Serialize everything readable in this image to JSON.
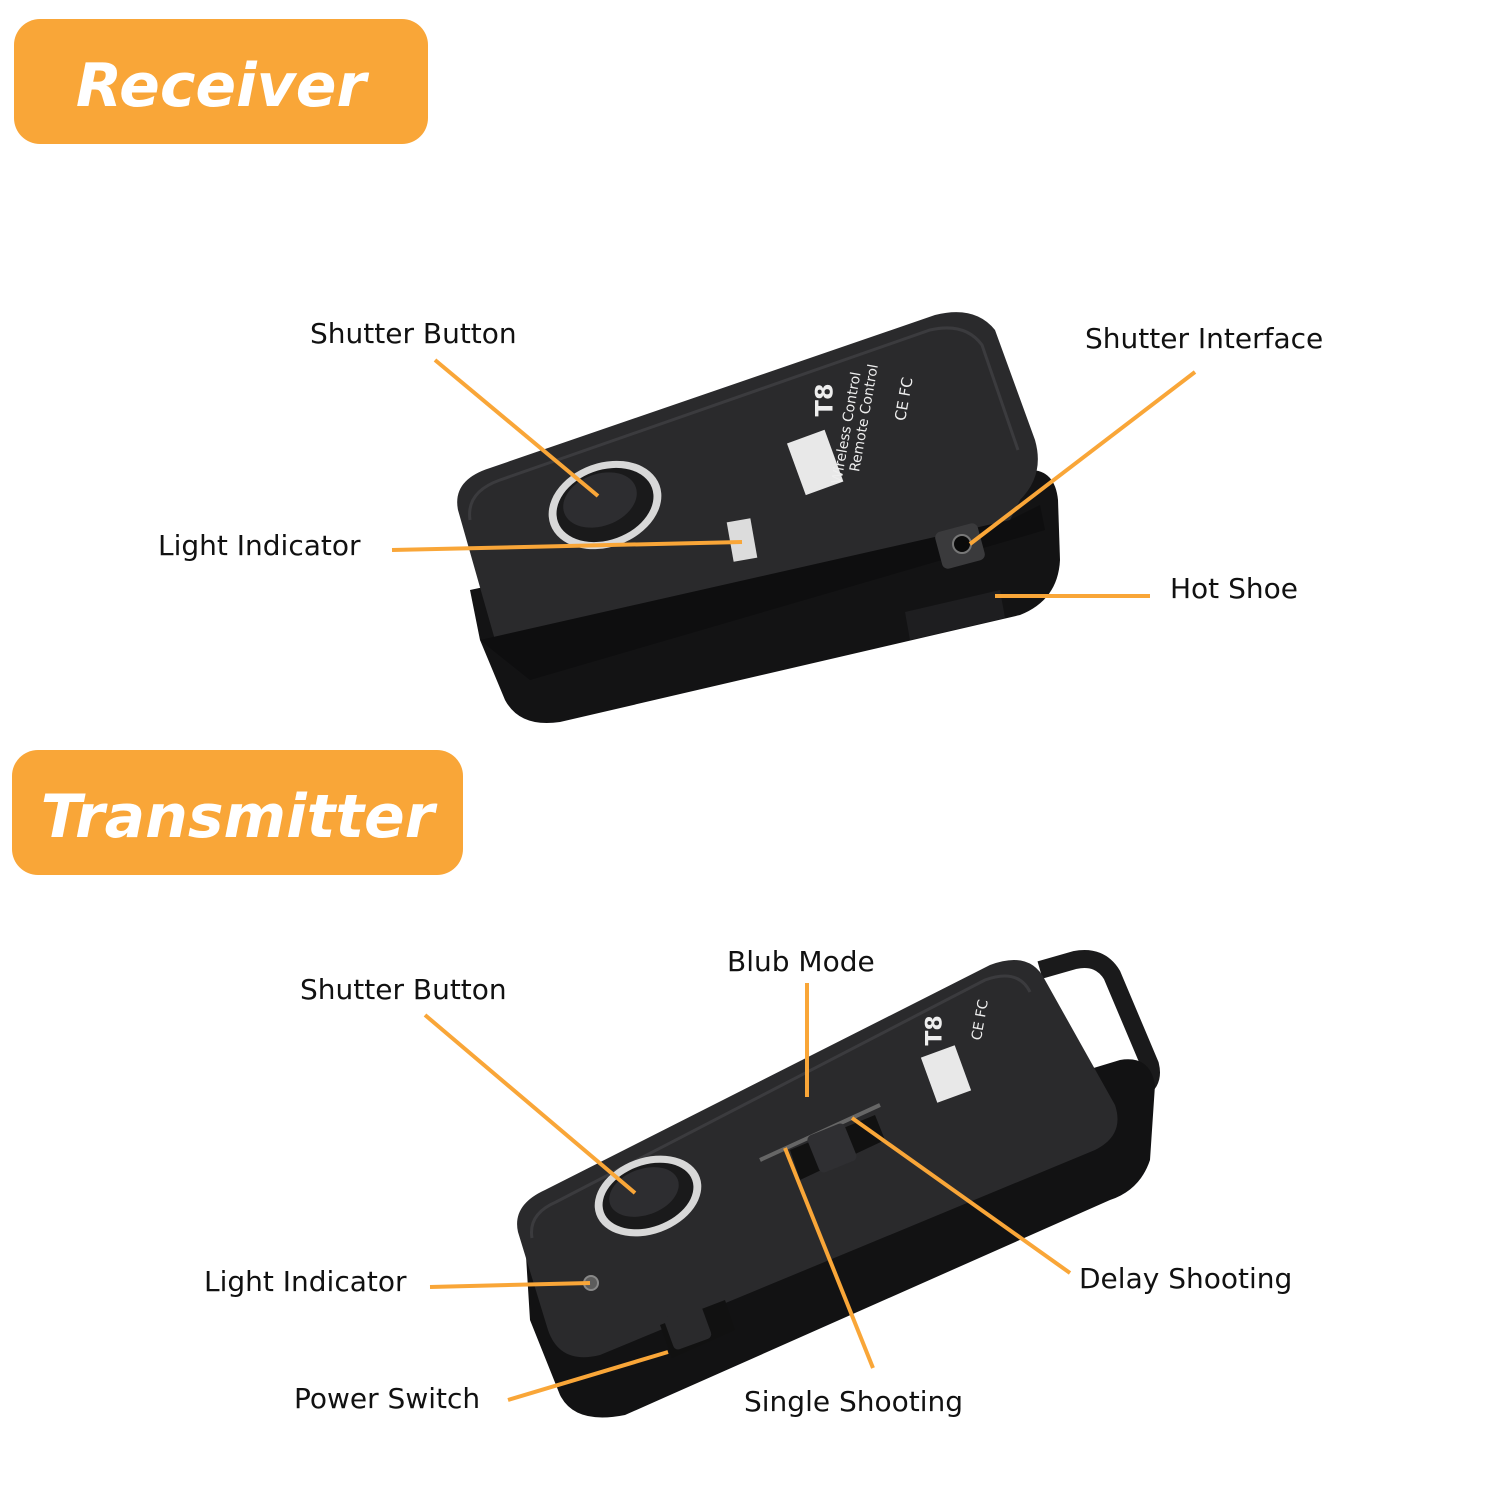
{
  "sections": {
    "receiver": {
      "title": "Receiver"
    },
    "transmitter": {
      "title": "Transmitter"
    }
  },
  "colors": {
    "accent": "#f9a638",
    "device_body": "#1c1c1e",
    "text": "#111111"
  },
  "receiver": {
    "device_text": {
      "model": "T8",
      "line1": "Wireless Control",
      "line2": "Remote Control",
      "certs": "CE FC"
    },
    "labels": {
      "shutter_button": "Shutter Button",
      "light_indicator": "Light Indicator",
      "shutter_interface": "Shutter Interface",
      "hot_shoe": "Hot Shoe"
    }
  },
  "transmitter": {
    "device_text": {
      "model": "T8",
      "certs": "CE FC"
    },
    "labels": {
      "shutter_button": "Shutter Button",
      "blub_mode": "Blub Mode",
      "light_indicator": "Light Indicator",
      "delay_shooting": "Delay Shooting",
      "power_switch": "Power Switch",
      "single_shooting": "Single Shooting"
    }
  }
}
